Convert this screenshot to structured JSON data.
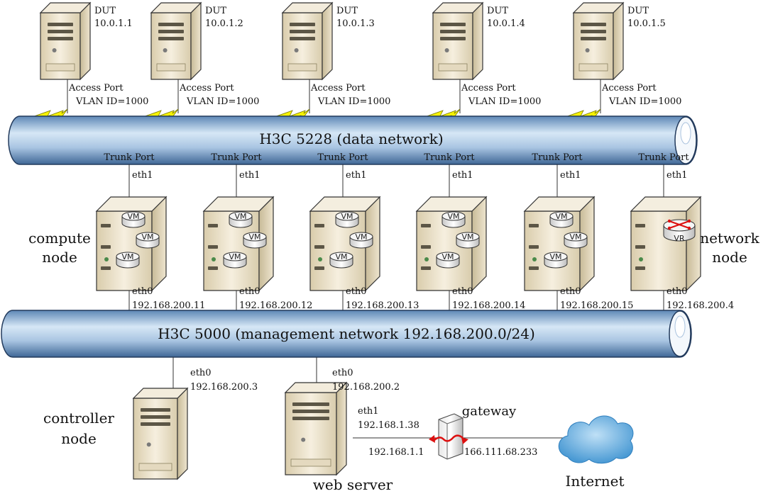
{
  "data_switch": {
    "label": "H3C 5228 (data network)"
  },
  "mgmt_switch": {
    "label": "H3C 5000 (management network 192.168.200.0/24)"
  },
  "duts": [
    {
      "tag": "DUT",
      "ip": "10.0.1.1",
      "port": "Access Port",
      "vlan": "VLAN ID=1000"
    },
    {
      "tag": "DUT",
      "ip": "10.0.1.2",
      "port": "Access Port",
      "vlan": "VLAN ID=1000"
    },
    {
      "tag": "DUT",
      "ip": "10.0.1.3",
      "port": "Access Port",
      "vlan": "VLAN ID=1000"
    },
    {
      "tag": "DUT",
      "ip": "10.0.1.4",
      "port": "Access Port",
      "vlan": "VLAN ID=1000"
    },
    {
      "tag": "DUT",
      "ip": "10.0.1.5",
      "port": "Access Port",
      "vlan": "VLAN ID=1000"
    }
  ],
  "nodes": [
    {
      "trunk": "Trunk Port",
      "eth1": "eth1",
      "eth0": "eth0",
      "ip": "192.168.200.11",
      "vms": [
        "VM",
        "VM",
        "VM"
      ]
    },
    {
      "trunk": "Trunk Port",
      "eth1": "eth1",
      "eth0": "eth0",
      "ip": "192.168.200.12",
      "vms": [
        "VM",
        "VM",
        "VM"
      ]
    },
    {
      "trunk": "Trunk Port",
      "eth1": "eth1",
      "eth0": "eth0",
      "ip": "192.168.200.13",
      "vms": [
        "VM",
        "VM",
        "VM"
      ]
    },
    {
      "trunk": "Trunk Port",
      "eth1": "eth1",
      "eth0": "eth0",
      "ip": "192.168.200.14",
      "vms": [
        "VM",
        "VM",
        "VM"
      ]
    },
    {
      "trunk": "Trunk Port",
      "eth1": "eth1",
      "eth0": "eth0",
      "ip": "192.168.200.15",
      "vms": [
        "VM",
        "VM",
        "VM"
      ]
    },
    {
      "trunk": "Trunk Port",
      "eth1": "eth1",
      "eth0": "eth0",
      "ip": "192.168.200.4",
      "vr": "VR"
    }
  ],
  "labels": {
    "compute_line1": "compute",
    "compute_line2": "node",
    "network_line1": "network",
    "network_line2": "node",
    "controller_line1": "controller",
    "controller_line2": "node",
    "web_server": "web server",
    "gateway": "gateway",
    "internet": "Internet"
  },
  "controller": {
    "eth0": "eth0",
    "ip": "192.168.200.3"
  },
  "webserver": {
    "eth0": "eth0",
    "ip0": "192.168.200.2",
    "eth1": "eth1",
    "ip1": "192.168.1.38",
    "link_ip": "192.168.1.1"
  },
  "gateway_wan_ip": "166.111.68.233",
  "colors": {
    "pipe_dark": "#5a86b8",
    "pipe_light": "#d5e6f6",
    "server_body": "#efe6d2",
    "server_side": "#cbbf9f",
    "bolt": "#f6f200"
  }
}
